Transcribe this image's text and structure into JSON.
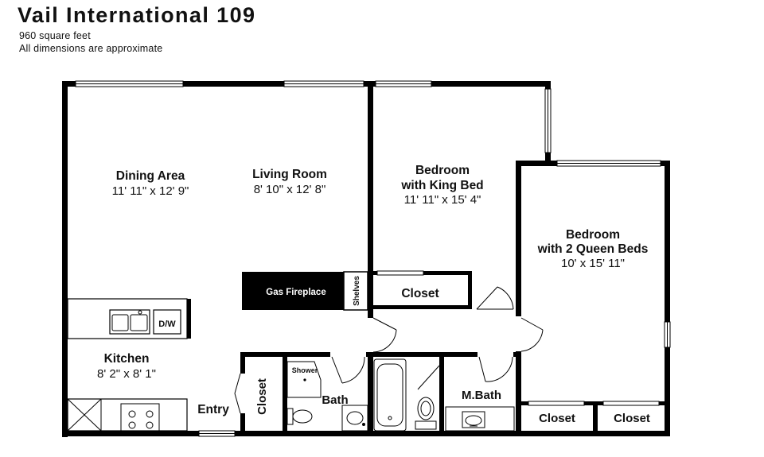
{
  "header": {
    "title": "Vail International 109",
    "area": "960 square feet",
    "note": "All dimensions are approximate"
  },
  "rooms": {
    "dining": {
      "name": "Dining Area",
      "dims": "11' 11\" x 12' 9\""
    },
    "living": {
      "name": "Living Room",
      "dims": "8' 10\" x 12' 8\""
    },
    "bedroom_king": {
      "name_line1": "Bedroom",
      "name_line2": "with King Bed",
      "dims": "11' 11\" x 15' 4\""
    },
    "bedroom_queen": {
      "name_line1": "Bedroom",
      "name_line2": "with 2 Queen Beds",
      "dims": "10' x 15' 11\""
    },
    "kitchen": {
      "name": "Kitchen",
      "dims": "8' 2\" x 8' 1\""
    },
    "entry": {
      "name": "Entry"
    },
    "bath": {
      "name": "Bath"
    },
    "mbath": {
      "name": "M.Bath"
    }
  },
  "labels": {
    "gas_fireplace": "Gas Fireplace",
    "shelves": "Shelves",
    "closet_king": "Closet",
    "closet_entry": "Closet",
    "closet_queen_1": "Closet",
    "closet_queen_2": "Closet",
    "shower": "Shower",
    "dishwasher": "D/W"
  },
  "colors": {
    "wall": "#000000",
    "background": "#ffffff",
    "fireplace": "#000000"
  }
}
